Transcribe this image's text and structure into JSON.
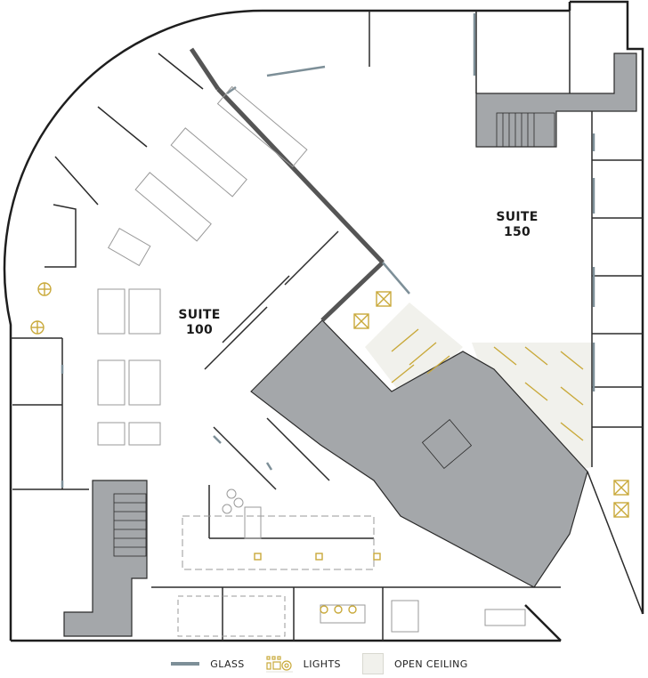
{
  "plan": {
    "suites": [
      {
        "id": "suite-100",
        "line1": "SUITE",
        "line2": "100"
      },
      {
        "id": "suite-150",
        "line1": "SUITE",
        "line2": "150"
      }
    ]
  },
  "legend": {
    "items": [
      {
        "key": "glass",
        "label": "GLASS",
        "icon": "glass-line-icon"
      },
      {
        "key": "lights",
        "label": "LIGHTS",
        "icon": "lights-fixture-icon"
      },
      {
        "key": "open_ceiling",
        "label": "OPEN CEILING",
        "icon": "open-ceiling-swatch-icon"
      }
    ]
  },
  "colors": {
    "wall": "#2b2b2b",
    "core_fill": "#a4a7aa",
    "glass": "#7d8f98",
    "lights": "#c9a93a",
    "open_ceiling": "#f1f1ec",
    "furniture": "#9a9a9a"
  }
}
